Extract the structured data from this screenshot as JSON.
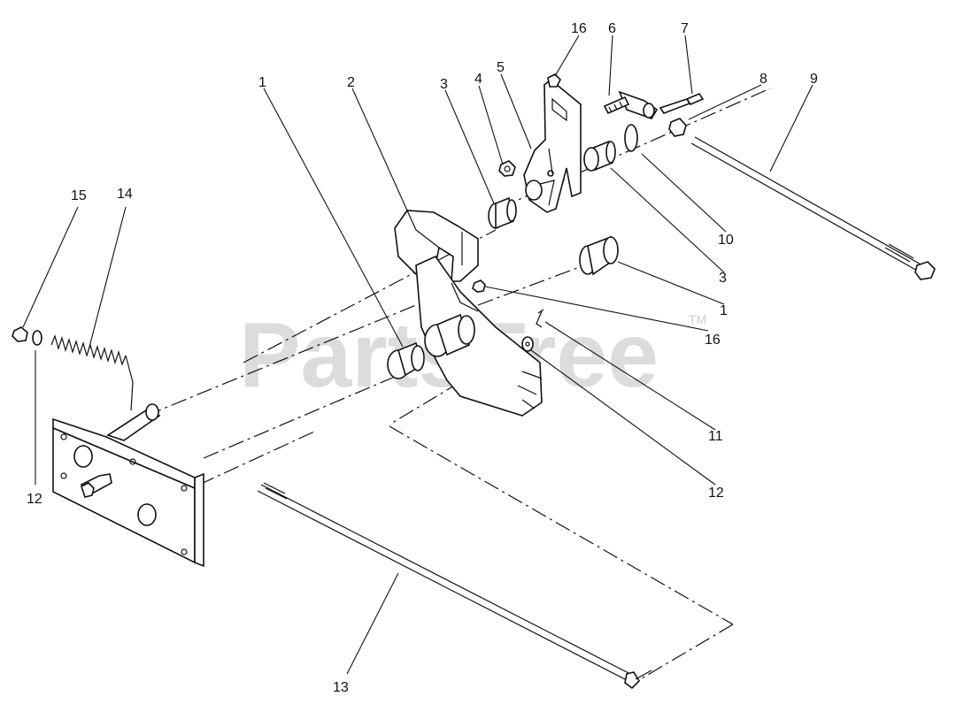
{
  "watermark": {
    "text": "PartsTree",
    "tm": "TM"
  },
  "callouts": [
    {
      "id": "c1a",
      "text": "1"
    },
    {
      "id": "c2",
      "text": "2"
    },
    {
      "id": "c3a",
      "text": "3"
    },
    {
      "id": "c4",
      "text": "4"
    },
    {
      "id": "c5",
      "text": "5"
    },
    {
      "id": "c16a",
      "text": "16"
    },
    {
      "id": "c6",
      "text": "6"
    },
    {
      "id": "c7",
      "text": "7"
    },
    {
      "id": "c8",
      "text": "8"
    },
    {
      "id": "c9",
      "text": "9"
    },
    {
      "id": "c10",
      "text": "10"
    },
    {
      "id": "c3b",
      "text": "3"
    },
    {
      "id": "c1b",
      "text": "1"
    },
    {
      "id": "c16b",
      "text": "16"
    },
    {
      "id": "c11",
      "text": "11"
    },
    {
      "id": "c12a",
      "text": "12"
    },
    {
      "id": "c15",
      "text": "15"
    },
    {
      "id": "c14",
      "text": "14"
    },
    {
      "id": "c12b",
      "text": "12"
    },
    {
      "id": "c13",
      "text": "13"
    }
  ],
  "colors": {
    "line": "#111111",
    "watermark": "#dcdcdc"
  }
}
